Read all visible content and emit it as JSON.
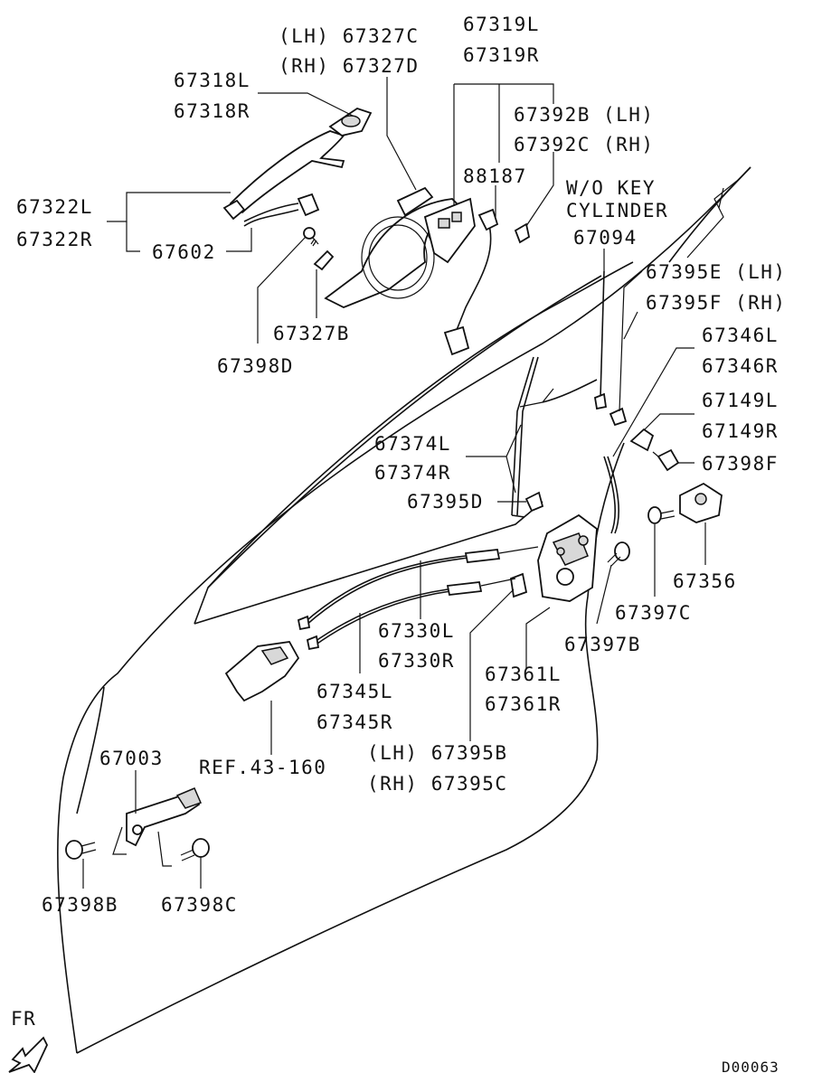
{
  "diagram": {
    "code": "D00063",
    "direction_label": "FR",
    "labels": {
      "p67327C": "(LH) 67327C",
      "p67327D": "(RH) 67327D",
      "p67319L": "67319L",
      "p67319R": "67319R",
      "p67318L": "67318L",
      "p67318R": "67318R",
      "p67392B": "67392B (LH)",
      "p67392C": "67392C (RH)",
      "p88187": "88187",
      "wo_key_1": "W/O KEY",
      "wo_key_2": "CYLINDER",
      "p67322L": "67322L",
      "p67322R": "67322R",
      "p67094": "67094",
      "p67602": "67602",
      "p67395E": "67395E (LH)",
      "p67395F": "67395F (RH)",
      "p67327B": "67327B",
      "p67398D": "67398D",
      "p67346L": "67346L",
      "p67346R": "67346R",
      "p67149L": "67149L",
      "p67149R": "67149R",
      "p67374L": "67374L",
      "p67374R": "67374R",
      "p67398F": "67398F",
      "p67395D": "67395D",
      "p67356": "67356",
      "p67397C": "67397C",
      "p67330L": "67330L",
      "p67330R": "67330R",
      "p67397B": "67397B",
      "p67361L": "67361L",
      "p67361R": "67361R",
      "p67345L": "67345L",
      "p67345R": "67345R",
      "p67003": "67003",
      "ref": "REF.43-160",
      "p67395B": "(LH) 67395B",
      "p67395C": "(RH) 67395C",
      "p67398B": "67398B",
      "p67398C": "67398C"
    }
  }
}
